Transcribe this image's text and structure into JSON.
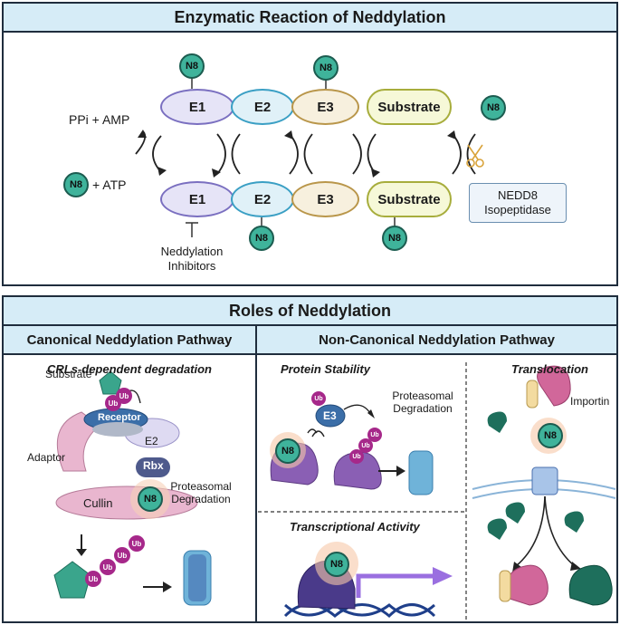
{
  "reaction": {
    "title": "Enzymatic Reaction of Neddylation",
    "top_row": [
      "E1",
      "E2",
      "E3",
      "Substrate"
    ],
    "bottom_row": [
      "E1",
      "E2",
      "E3",
      "Substrate"
    ],
    "n8": "N8",
    "ppi_amp": "PPi +  AMP",
    "plus_atp": "+  ATP",
    "inhibitors": "Neddylation\nInhibitors",
    "isopeptidase": "NEDD8\nIsopeptidase"
  },
  "roles": {
    "title": "Roles of Neddylation",
    "canonical_title": "Canonical Neddylation Pathway",
    "noncanonical_title": "Non-Canonical Neddylation Pathway",
    "crl_title": "CRLs-dependent degradation",
    "substrate": "Substrate",
    "receptor": "Receptor",
    "adaptor": "Adaptor",
    "e2": "E2",
    "rbx": "Rbx",
    "cullin": "Cullin",
    "ub": "Ub",
    "proteasomal": "Proteasomal\nDegradation",
    "protein_stability": "Protein Stability",
    "e3": "E3",
    "translocation": "Translocation",
    "importin": "Importin",
    "transcriptional": "Transcriptional Activity"
  },
  "colors": {
    "e1": "#7a6fc0",
    "e1_fill": "#e6e4f7",
    "e2": "#3a9fc4",
    "e2_fill": "#e0f1f8",
    "e3": "#b9964a",
    "e3_fill": "#f7f0de",
    "sub": "#a7ad3c",
    "sub_fill": "#f6f8d8",
    "n8": "#3fb39b",
    "header": "#d6ecf7"
  }
}
